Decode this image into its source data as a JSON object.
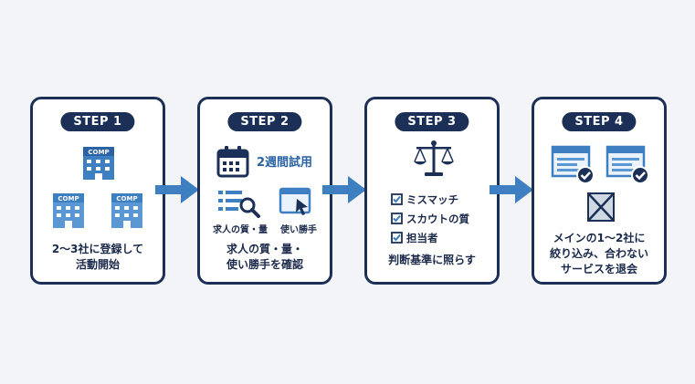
{
  "steps": [
    {
      "label": "STEP 1",
      "caption": [
        "2～3社に登録して",
        "活動開始"
      ],
      "building_text": "COMP"
    },
    {
      "label": "STEP 2",
      "trial_label": "2週間試用",
      "icon_labels": [
        "求人の質・量",
        "使い勝手"
      ],
      "caption": [
        "求人の質・量・",
        "使い勝手を確認"
      ]
    },
    {
      "label": "STEP 3",
      "checklist": [
        "ミスマッチ",
        "スカウトの質",
        "担当者"
      ],
      "caption": [
        "判断基準に照らす"
      ]
    },
    {
      "label": "STEP 4",
      "caption": [
        "メインの1～2社に",
        "絞り込み、合わない",
        "サービスを退会"
      ]
    }
  ],
  "colors": {
    "navy": "#1c2f57",
    "blue": "#3d7fc1",
    "light_blue": "#5b97d3",
    "background": "#f2f4f7"
  },
  "icons": [
    "building-icon",
    "calendar-icon",
    "list-icon",
    "magnifier-icon",
    "browser-cursor-icon",
    "scale-icon",
    "checkbox-icon",
    "window-check-icon",
    "crossed-box-icon",
    "arrow-right-icon"
  ]
}
